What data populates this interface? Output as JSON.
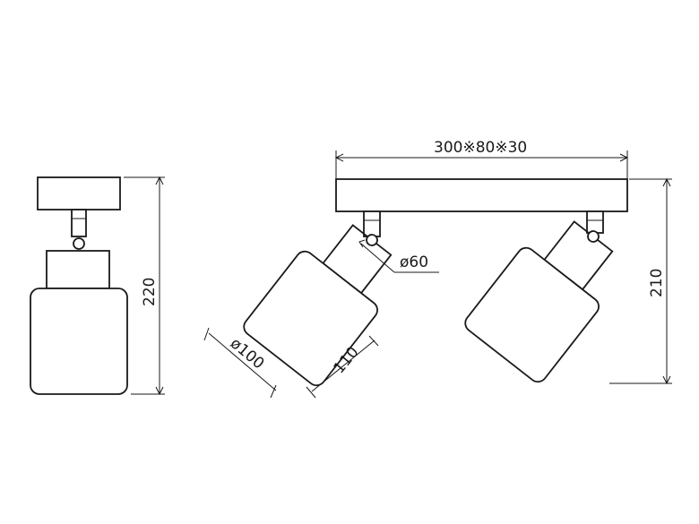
{
  "dimensions": {
    "base_size": "300※80※30",
    "side_height": "220",
    "front_height": "210",
    "shade_diameter": "ø100",
    "shade_length": "110",
    "holder_diameter": "ø60"
  },
  "colors": {
    "line": "#1a1a1a",
    "background": "#ffffff"
  }
}
